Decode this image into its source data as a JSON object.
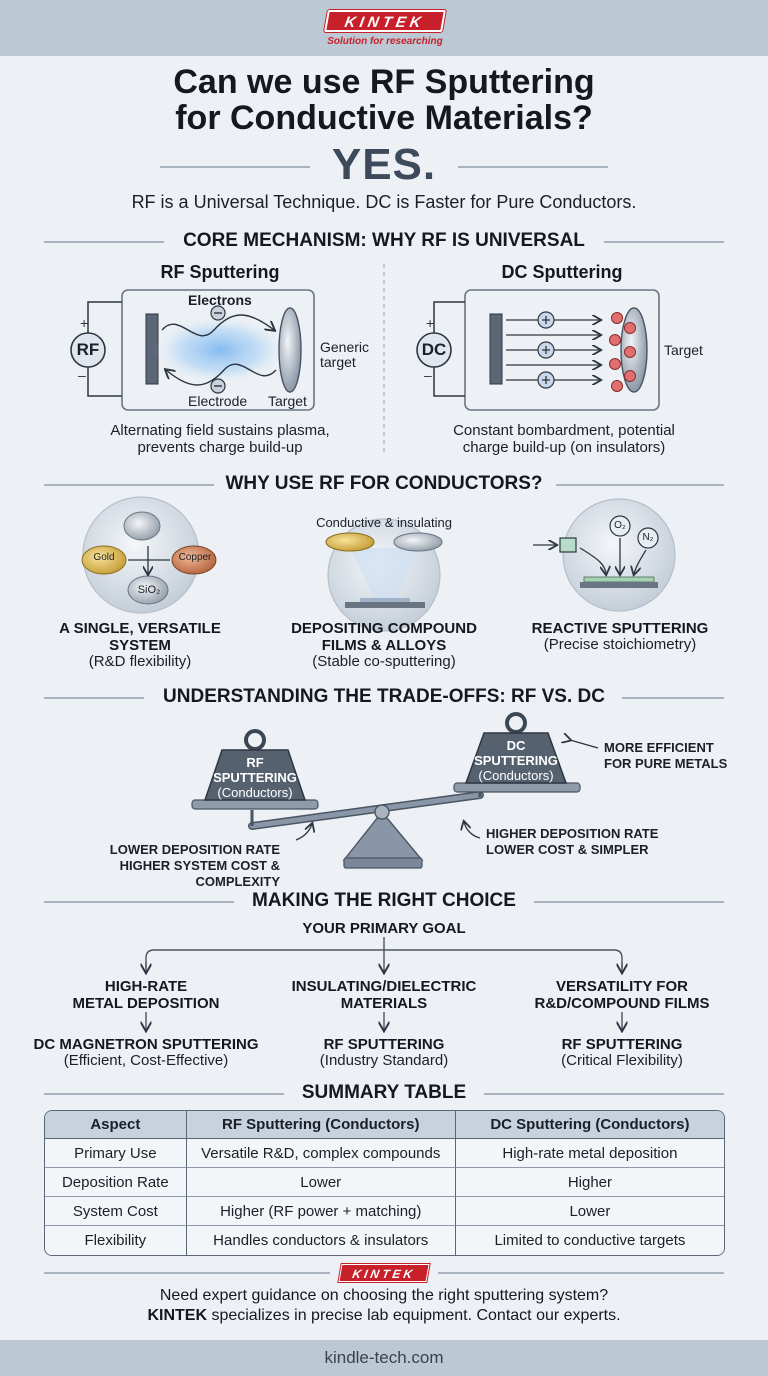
{
  "brand": {
    "logo": "KINTEK",
    "tagline": "Solution for researching"
  },
  "header": {
    "title_line1": "Can we use RF Sputtering",
    "title_line2": "for Conductive Materials?",
    "answer": "YES.",
    "subtitle": "RF is a Universal Technique. DC is Faster for Pure Conductors."
  },
  "mechanism": {
    "heading": "CORE MECHANISM: WHY RF IS UNIVERSAL",
    "rf": {
      "title": "RF Sputtering",
      "source": "RF",
      "electrons": "Electrons",
      "electrode": "Electrode",
      "target": "Target",
      "generic_target": "Generic target",
      "caption_line1": "Alternating field sustains plasma,",
      "caption_line2": "prevents charge build-up"
    },
    "dc": {
      "title": "DC Sputtering",
      "source": "DC",
      "target": "Target",
      "caption_line1": "Constant bombardment, potential",
      "caption_line2": "charge build-up (on insulators)"
    }
  },
  "why": {
    "heading": "WHY USE RF FOR CONDUCTORS?",
    "cards": [
      {
        "title_line1": "A SINGLE, VERSATILE",
        "title_line2": "SYSTEM",
        "sub": "(R&D flexibility)",
        "labels": [
          "Gold",
          "Copper",
          "SiO₂"
        ]
      },
      {
        "title_line1": "DEPOSITING COMPOUND",
        "title_line2": "FILMS & ALLOYS",
        "sub": "(Stable co-sputtering)",
        "top_label": "Conductive & insulating"
      },
      {
        "title_line1": "REACTIVE SPUTTERING",
        "title_line2": "",
        "sub": "(Precise stoichiometry)",
        "labels": [
          "O₂",
          "N₂"
        ]
      }
    ]
  },
  "tradeoffs": {
    "heading": "UNDERSTANDING THE TRADE-OFFS: RF VS. DC",
    "rf_weight": {
      "line1": "RF",
      "line2": "SPUTTERING",
      "line3": "(Conductors)"
    },
    "dc_weight": {
      "line1": "DC",
      "line2": "SPUTTERING",
      "line3": "(Conductors)"
    },
    "dc_note_line1": "MORE EFFICIENT",
    "dc_note_line2": "FOR PURE METALS",
    "rf_cons_line1": "LOWER DEPOSITION RATE",
    "rf_cons_line2": "HIGHER SYSTEM COST & COMPLEXITY",
    "dc_pros_line1": "HIGHER DEPOSITION RATE",
    "dc_pros_line2": "LOWER COST & SIMPLER"
  },
  "choice": {
    "heading": "MAKING THE RIGHT CHOICE",
    "root": "YOUR PRIMARY GOAL",
    "branches": [
      {
        "goal_line1": "HIGH-RATE",
        "goal_line2": "METAL DEPOSITION",
        "answer": "DC MAGNETRON SPUTTERING",
        "note": "(Efficient, Cost-Effective)"
      },
      {
        "goal_line1": "INSULATING/DIELECTRIC",
        "goal_line2": "MATERIALS",
        "answer": "RF SPUTTERING",
        "note": "(Industry Standard)"
      },
      {
        "goal_line1": "VERSATILITY FOR",
        "goal_line2": "R&D/COMPOUND FILMS",
        "answer": "RF SPUTTERING",
        "note": "(Critical Flexibility)"
      }
    ]
  },
  "summary": {
    "heading": "SUMMARY TABLE",
    "columns": [
      "Aspect",
      "RF Sputtering (Conductors)",
      "DC Sputtering (Conductors)"
    ],
    "rows": [
      [
        "Primary Use",
        "Versatile R&D, complex compounds",
        "High-rate metal deposition"
      ],
      [
        "Deposition Rate",
        "Lower",
        "Higher"
      ],
      [
        "System Cost",
        "Higher (RF power + matching)",
        "Lower"
      ],
      [
        "Flexibility",
        "Handles conductors & insulators",
        "Limited to conductive targets"
      ]
    ]
  },
  "footer": {
    "logo": "KINTEK",
    "line1": "Need expert guidance on choosing the right sputtering system?",
    "brand": "KINTEK",
    "line2": " specializes in precise lab equipment. Contact our experts.",
    "url": "kindle-tech.com"
  },
  "colors": {
    "accent": "#c8202a",
    "header_bar": "#bcc8d4",
    "background": "#edf1f5",
    "slate": "#5b6676"
  }
}
